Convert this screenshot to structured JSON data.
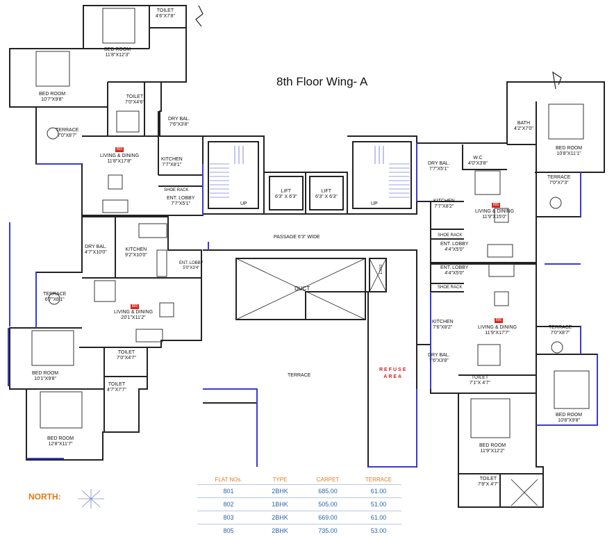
{
  "title": "8th Floor Wing- A",
  "north_label": "NORTH:",
  "refuse_area": "REFUSE\nAREA",
  "rooms": {
    "toilet_top": {
      "name": "TOILET",
      "size": "4'6\"X7'8\""
    },
    "bed_top": {
      "name": "BED ROOM",
      "size": "11'8\"X12'3\""
    },
    "bed_tl": {
      "name": "BED ROOM",
      "size": "10'7\"X9'8\""
    },
    "toilet_tl": {
      "name": "TOILET",
      "size": "7'0\"X4'6\""
    },
    "dry_bal_tl": {
      "name": "DRY BAL.",
      "size": "7'6\"X3'8\""
    },
    "terrace_tl": {
      "name": "TERRACE",
      "size": "7'0\"X8'7\""
    },
    "living_tl": {
      "name": "LIVING & DINING",
      "size": "11'8\"X17'8\""
    },
    "kitchen_tl": {
      "name": "KITCHEN",
      "size": "7'7\"X8'1\""
    },
    "shoe_rack_tl": {
      "name": "SHOE RACK"
    },
    "lobby_tl": {
      "name": "ENT. LOBBY",
      "size": "7'7\"X5'1\""
    },
    "lift1": {
      "name": "LIFT",
      "size": "6'3\" X 6'3\""
    },
    "lift2": {
      "name": "LIFT",
      "size": "6'3\" X 6'3\""
    },
    "up1": "UP",
    "up2": "UP",
    "passage": "PASSAGE 6'3\" WIDE",
    "duct_center": "DUCT",
    "duct_small": "DUCT",
    "terrace_center": "TERRACE",
    "dry_bal_ml": {
      "name": "DRY BAL.",
      "size": "4'7\"X10'0\""
    },
    "kitchen_ml": {
      "name": "KITCHEN",
      "size": "9'2\"X10'0\""
    },
    "lobby_ml": {
      "name": "ENT. LOBBY",
      "size": "5'0\"X3'4\""
    },
    "terrace_ml": {
      "name": "TERRACE",
      "size": "6'7\"X8'1\""
    },
    "living_ml": {
      "name": "LIVING & DINING",
      "size": "20'1\"X11'2\""
    },
    "toilet_ml1": {
      "name": "TOILET",
      "size": "7'0\"X4'7\""
    },
    "bed_ml": {
      "name": "BED ROOM",
      "size": "10'1\"X9'8\""
    },
    "toilet_ml2": {
      "name": "TOILET",
      "size": "4'7\"X7'7\""
    },
    "bed_bl": {
      "name": "BED ROOM",
      "size": "12'8\"X11'7\""
    },
    "bath_tr": {
      "name": "BATH",
      "size": "4'2\"X7'0\""
    },
    "bed_tr": {
      "name": "BED ROOM",
      "size": "10'8\"X11'1\""
    },
    "wc_tr": {
      "name": "W.C",
      "size": "4'0\"X3'8\""
    },
    "dry_bal_tr": {
      "name": "DRY BAL.",
      "size": "7'7\"X5'1\""
    },
    "terrace_tr": {
      "name": "TERRACE",
      "size": "7'0\"X7'3\""
    },
    "kitchen_tr": {
      "name": "KITCHEN",
      "size": "7'7\"X8'2\""
    },
    "living_tr": {
      "name": "LIVING & DINING",
      "size": "11'9\"X15'0\""
    },
    "shoe_rack_tr": {
      "name": "SHOE RACK"
    },
    "lobby_tr": {
      "name": "ENT. LOBBY",
      "size": "4'4\"X5'0\""
    },
    "lobby_mr": {
      "name": "ENT. LOBBY",
      "size": "4'4\"X5'0\""
    },
    "shoe_rack_mr": {
      "name": "SHOE RACK"
    },
    "kitchen_mr": {
      "name": "KITCHEN",
      "size": "7'6\"X8'2\""
    },
    "living_mr": {
      "name": "LIVING & DINING",
      "size": "11'9\"X17'7\""
    },
    "terrace_mr": {
      "name": "TERRACE",
      "size": "7'0\"X8'7\""
    },
    "dry_bal_mr": {
      "name": "DRY BAL.",
      "size": "7'6\"X3'8\""
    },
    "toilet_mr": {
      "name": "TOILET",
      "size": "7'1\"X 4'7\""
    },
    "bed_mr": {
      "name": "BED ROOM",
      "size": "10'8\"X9'8\""
    },
    "bed_br": {
      "name": "BED ROOM",
      "size": "11'9\"X12'2\""
    },
    "toilet_br": {
      "name": "TOILET",
      "size": "7'8\"X 4'7\""
    }
  },
  "flat_badges": {
    "b1": "803",
    "b2": "802",
    "b3": "805",
    "b4": "806"
  },
  "area_table": {
    "headers": [
      "FLAT NOs.",
      "TYPE",
      "CARPET",
      "TERRACE"
    ],
    "rows": [
      [
        "801",
        "2BHK",
        "685.00",
        "61.00"
      ],
      [
        "802",
        "1BHK",
        "505.00",
        "51.00"
      ],
      [
        "803",
        "2BHK",
        "669.00",
        "61.00"
      ],
      [
        "805",
        "2BHK",
        "735.00",
        "53.00"
      ]
    ]
  },
  "colors": {
    "wall": "#222222",
    "glazing": "#3a3ad6",
    "table_text": "#2b64a8",
    "accent": "#e07a1a",
    "badge": "#d9261c"
  }
}
